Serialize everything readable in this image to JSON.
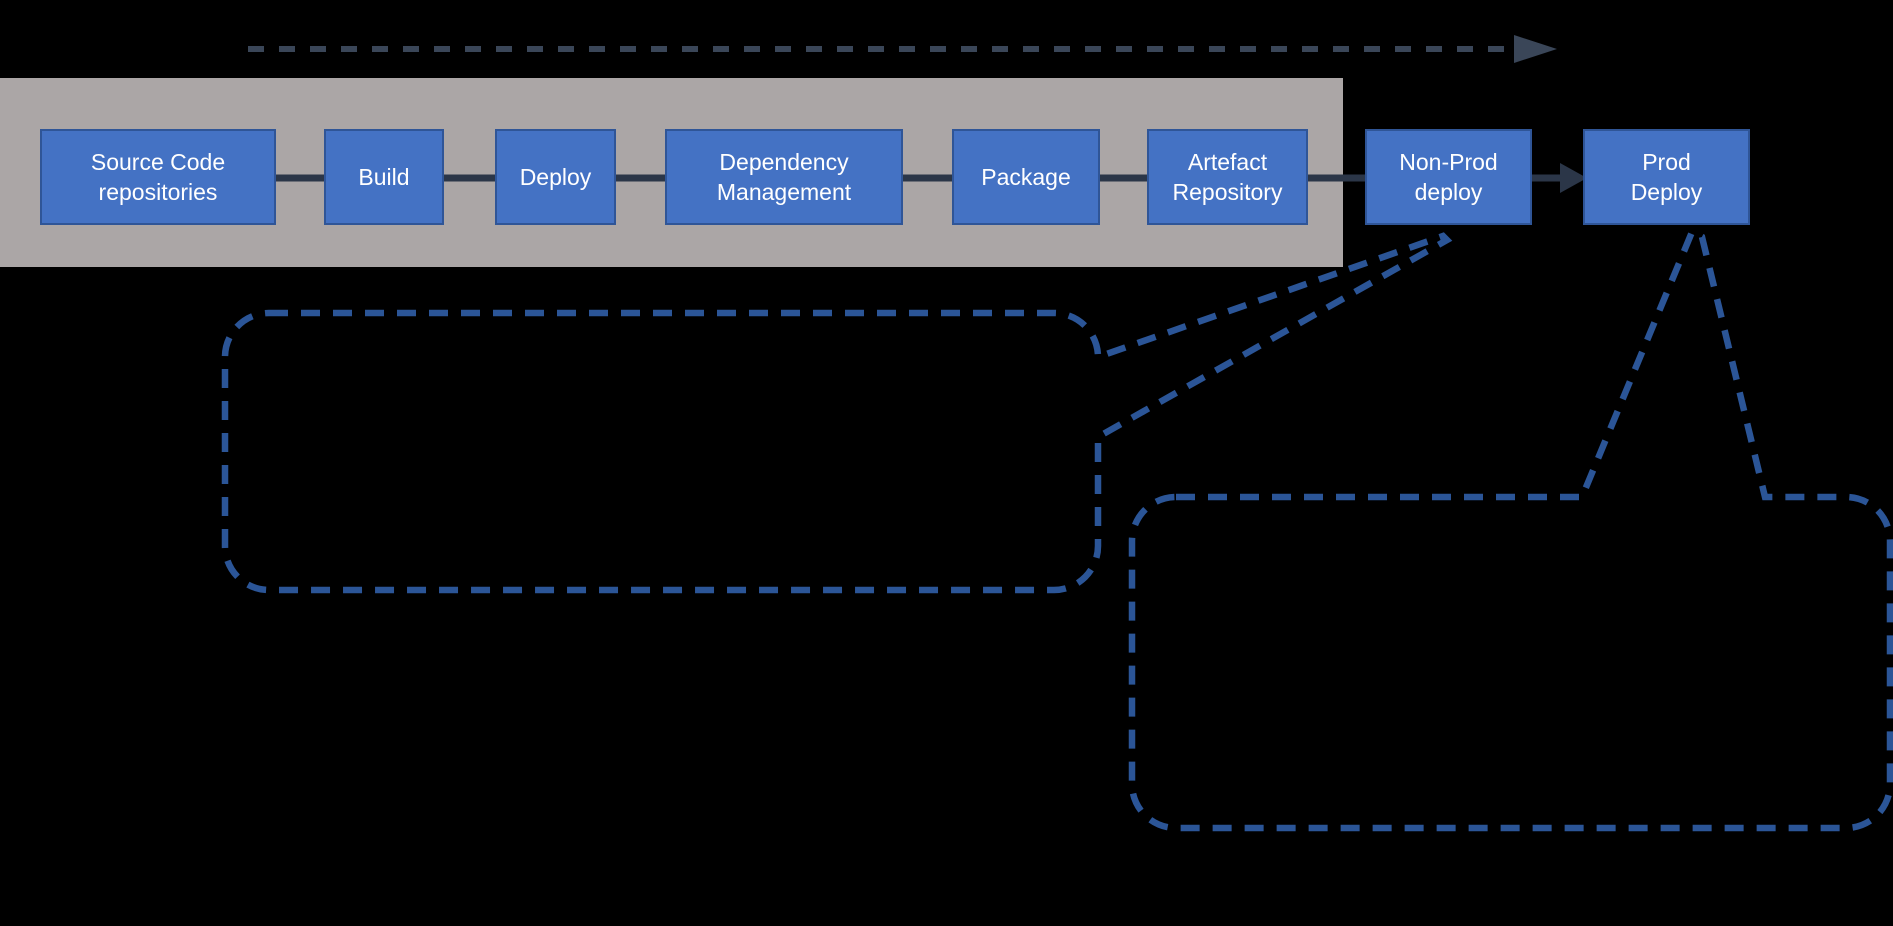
{
  "pipeline": {
    "stages": [
      {
        "label": "Source Code\nrepositories"
      },
      {
        "label": "Build"
      },
      {
        "label": "Deploy"
      },
      {
        "label": "Dependency\nManagement"
      },
      {
        "label": "Package"
      },
      {
        "label": "Artefact\nRepository"
      },
      {
        "label": "Non-Prod\ndeploy"
      },
      {
        "label": "Prod\nDeploy"
      }
    ]
  },
  "callouts": [
    {
      "text": "",
      "points_to": "Non-Prod deploy"
    },
    {
      "text": "",
      "points_to": "Prod Deploy"
    }
  ],
  "colors": {
    "background": "#000000",
    "band": "#ABA6A6",
    "stage_fill": "#4472C4",
    "stage_border": "#2F5597",
    "stage_text": "#FFFFFF",
    "connector": "#2B3648",
    "flow_arrow": "#3A4658",
    "callout_border": "#2B5597"
  }
}
